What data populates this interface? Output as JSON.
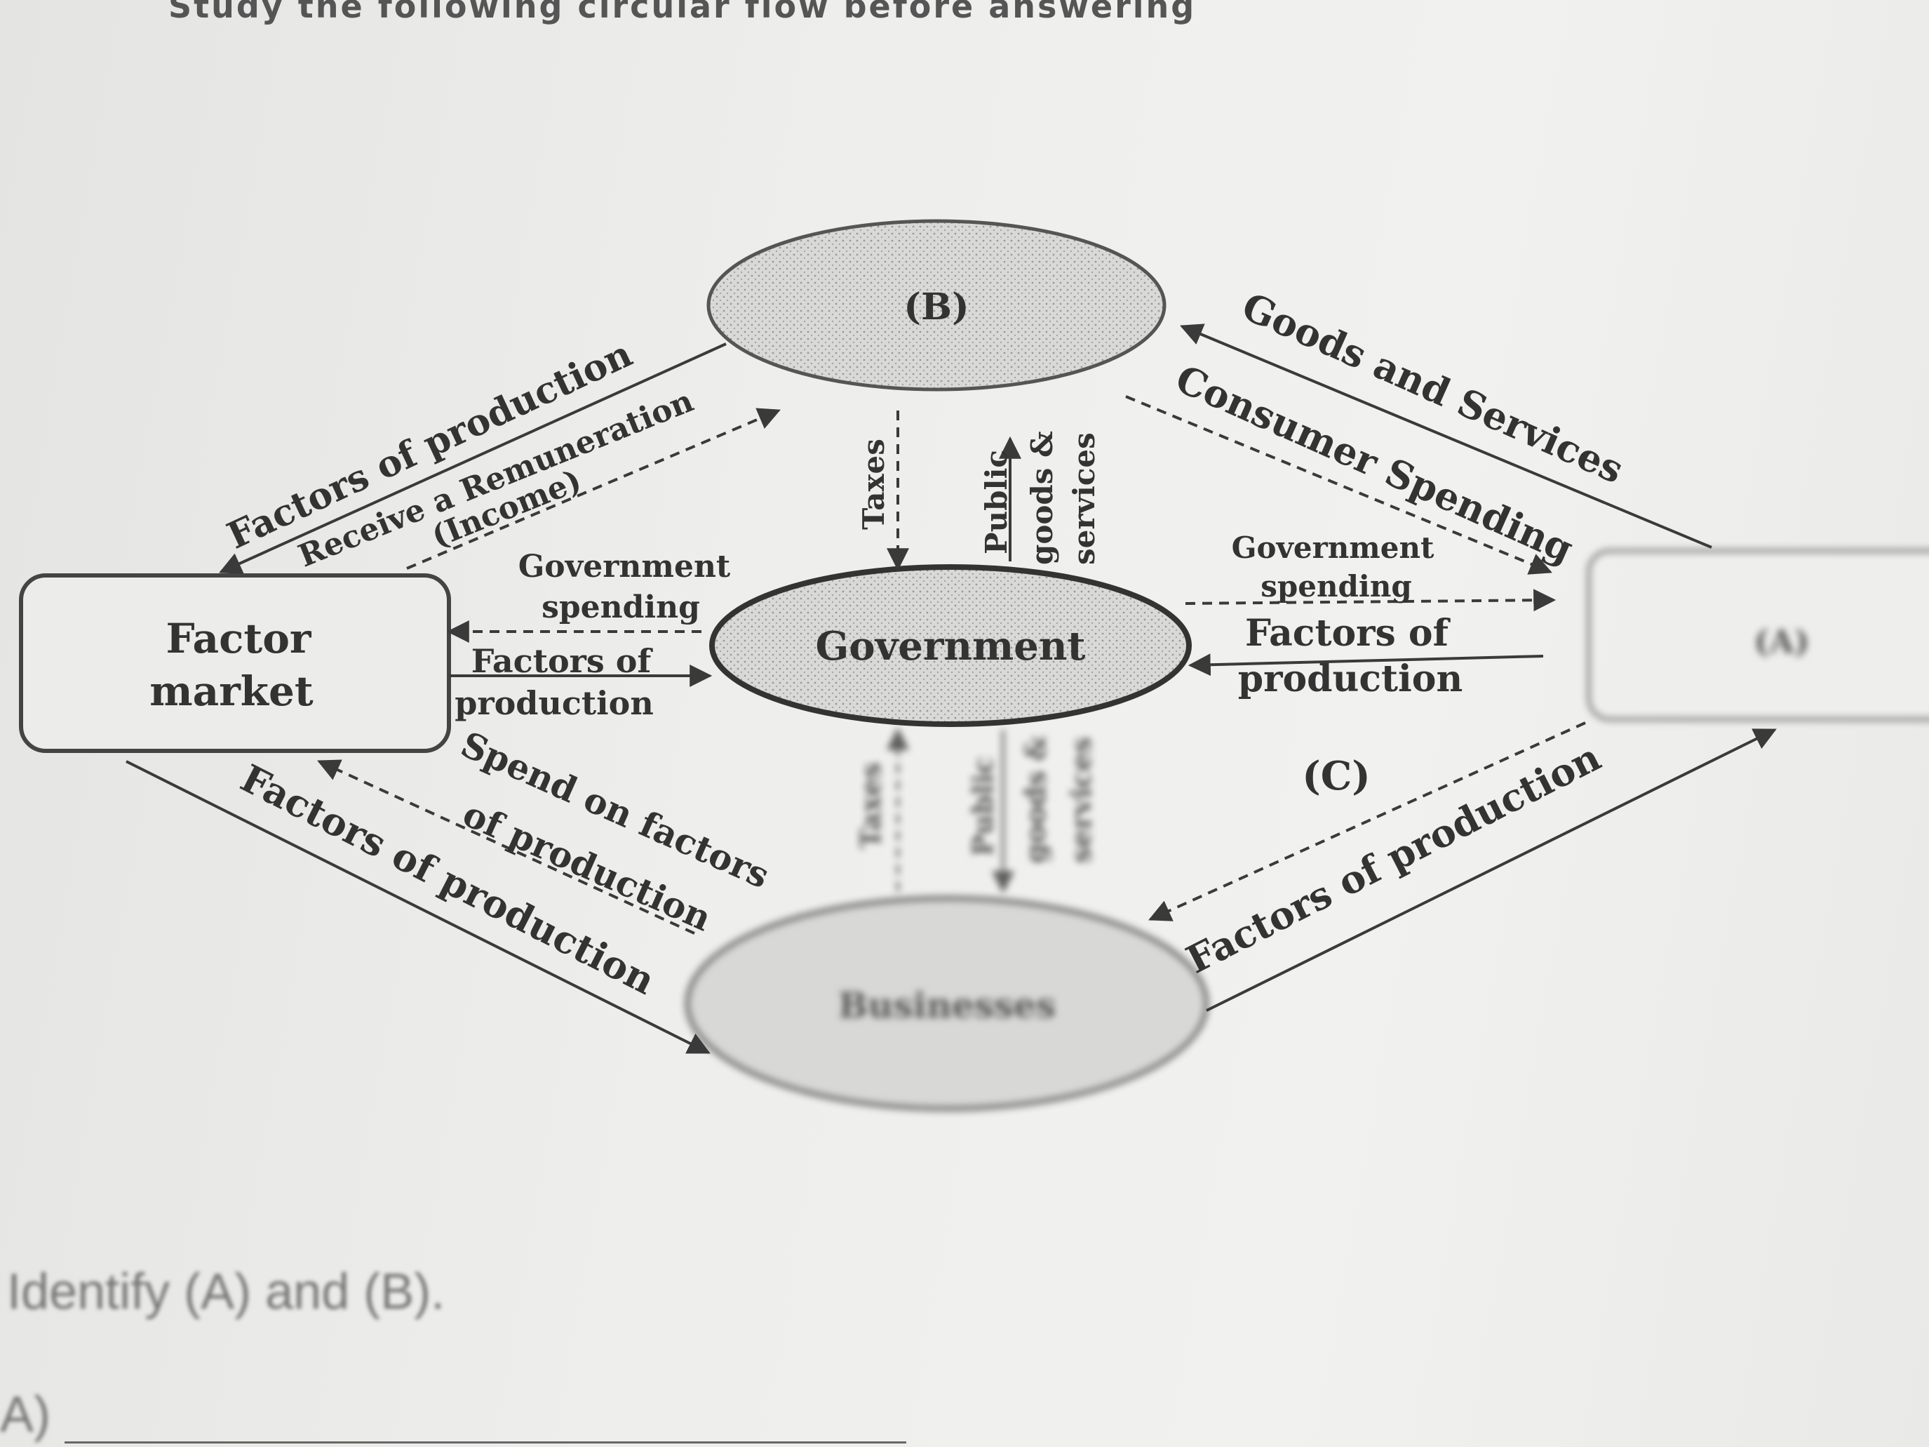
{
  "page": {
    "heading": "Study the following circular flow before answering"
  },
  "diagram": {
    "nodes": {
      "b": "(B)",
      "factor_market_line1": "Factor",
      "factor_market_line2": "market",
      "government": "Government",
      "a": "(A)",
      "businesses": "Businesses"
    },
    "flows": {
      "factors_of_production_top_left": "Factors of production",
      "receive_remuneration": "Receive a Remuneration",
      "income": "(Income)",
      "goods_and_services": "Goods and Services",
      "consumer_spending": "Consumer Spending",
      "taxes_top": "Taxes",
      "public_top_1": "Public",
      "public_top_2": "goods &",
      "public_top_3": "services",
      "gov_spending_left_1": "Government",
      "gov_spending_left_2": "spending",
      "factors_left_1": "Factors of",
      "factors_left_2": "production",
      "gov_spending_right_1": "Government",
      "gov_spending_right_2": "spending",
      "factors_right_1": "Factors of",
      "factors_right_2": "production",
      "spend_on_factors_1": "Spend on factors",
      "spend_on_factors_2": "of production",
      "factors_bottom_left": "Factors of production",
      "taxes_bottom": "Taxes",
      "public_bottom_1": "Public",
      "public_bottom_2": "goods &",
      "public_bottom_3": "services",
      "c_label": "(C)",
      "factors_bottom_right": "Factors of production"
    }
  },
  "question": {
    "text": "Identify (A) and (B).",
    "answer_label": "A)"
  }
}
